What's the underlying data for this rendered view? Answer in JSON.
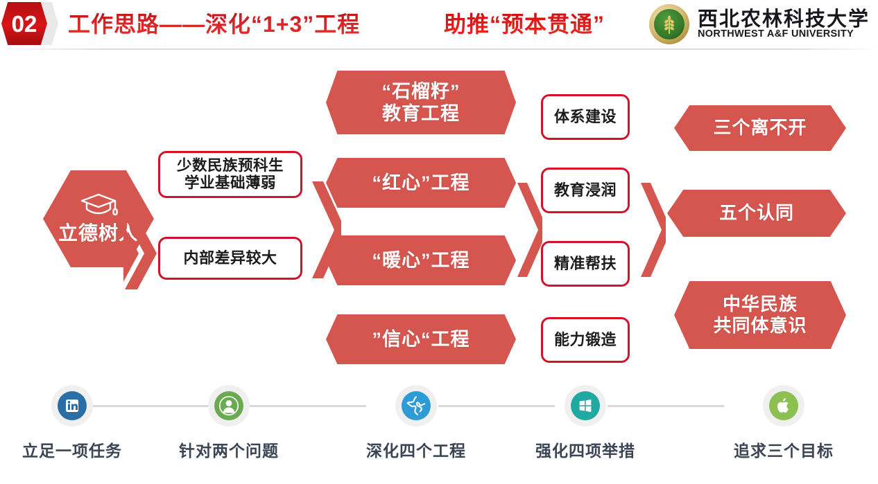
{
  "header": {
    "badge_number": "02",
    "title_main": "工作思路——深化“1+3”工程",
    "title_sub": "助推“预本贯通”",
    "university_cn": "西北农林科技大学",
    "university_en": "NORTHWEST A&F UNIVERSITY",
    "logo_icon": "university-wheat-emblem"
  },
  "colors": {
    "brand_red": "#d4564f",
    "badge_red": "#c21216",
    "box_border_red": "#d2112b",
    "title_red": "#cc1a1a",
    "timeline_label": "#3a4454",
    "timeline_track": "#d8d8d8",
    "node_ring": "#f0f0f0"
  },
  "diagram": {
    "root": {
      "label": "立德树人",
      "icon": "graduation-cap-icon"
    },
    "connector_1": "double-chevron-icon",
    "connector_2": "double-chevron-icon",
    "connector_3": "single-chevron-icon",
    "connector_4": "single-chevron-icon",
    "problems": [
      {
        "label": "少数民族预科生\n学业基础薄弱"
      },
      {
        "label": "内部差异较大"
      }
    ],
    "projects": [
      {
        "label": "“石榴籽”\n教育工程"
      },
      {
        "label": "“红心”工程"
      },
      {
        "label": "“暖心”工程"
      },
      {
        "label": "”信心“工程"
      }
    ],
    "measures": [
      {
        "label": "体系建设"
      },
      {
        "label": "教育浸润"
      },
      {
        "label": "精准帮扶"
      },
      {
        "label": "能力锻造"
      }
    ],
    "goals": [
      {
        "label": "三个离不开"
      },
      {
        "label": "五个认同"
      },
      {
        "label": "中华民族\n共同体意识"
      }
    ]
  },
  "timeline": {
    "steps": [
      {
        "label": "立足一项任务",
        "icon": "linkedin-icon",
        "color": "#2a6ea6"
      },
      {
        "label": "针对两个问题",
        "icon": "person-circle-icon",
        "color": "#6aab52"
      },
      {
        "label": "深化四个工程",
        "icon": "globe-icon",
        "color": "#2e9bd6"
      },
      {
        "label": "强化四项举措",
        "icon": "windows-icon",
        "color": "#1fa9a0"
      },
      {
        "label": "追求三个目标",
        "icon": "apple-icon",
        "color": "#8cc152"
      }
    ]
  }
}
